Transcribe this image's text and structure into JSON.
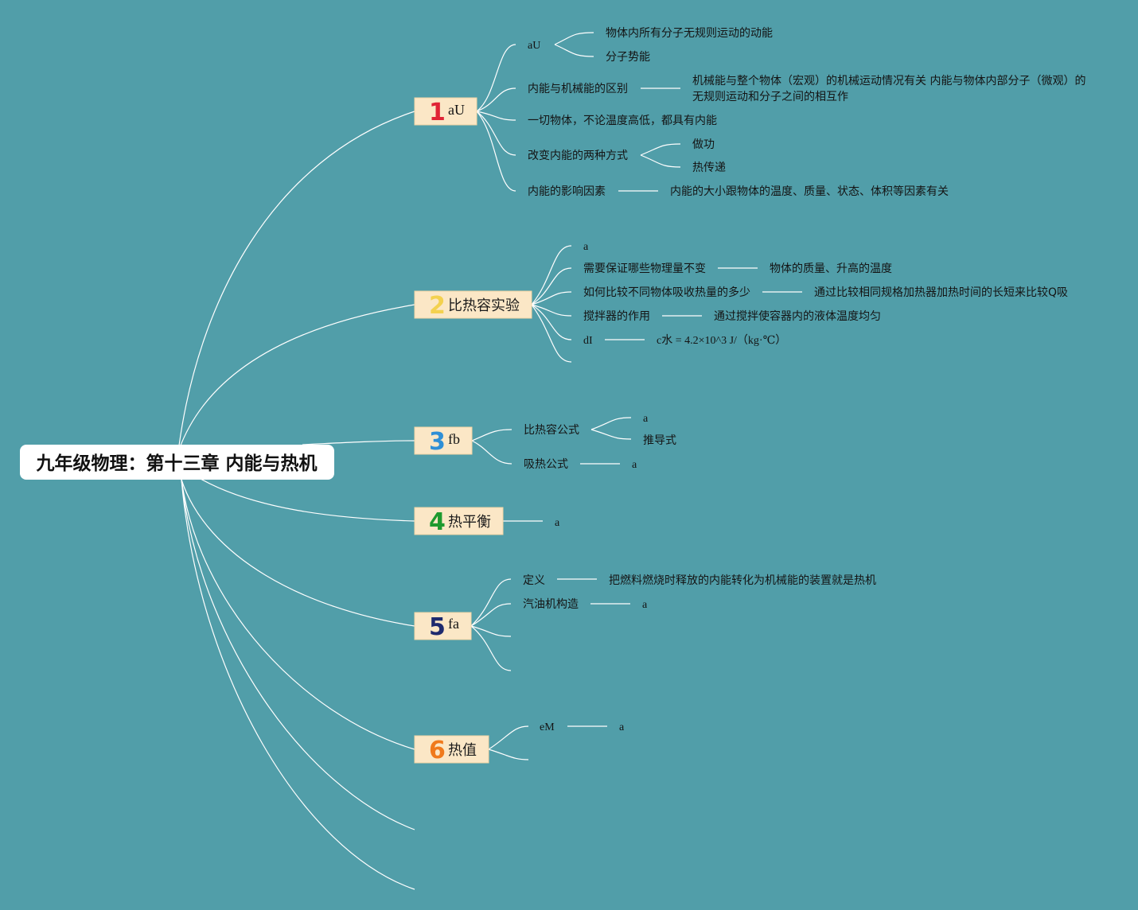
{
  "root": {
    "title": "九年级物理：第十三章 内能与热机"
  },
  "branches": [
    {
      "number": "1",
      "color": "#e02436",
      "label": "aU",
      "children": [
        {
          "text": "aU",
          "children": [
            {
              "text": "物体内所有分子无规则运动的动能"
            },
            {
              "text": "分子势能"
            }
          ]
        },
        {
          "text": "内能与机械能的区别",
          "children": [
            {
              "text": "机械能与整个物体（宏观）的机械运动情况有关 内能与物体内部分子（微观）的",
              "text2": "无规则运动和分子之间的相互作"
            }
          ]
        },
        {
          "text": "一切物体，不论温度高低，都具有内能"
        },
        {
          "text": "改变内能的两种方式",
          "children": [
            {
              "text": "做功"
            },
            {
              "text": "热传递"
            }
          ]
        },
        {
          "text": "内能的影响因素",
          "children": [
            {
              "text": "内能的大小跟物体的温度、质量、状态、体积等因素有关"
            }
          ]
        }
      ]
    },
    {
      "number": "2",
      "color": "#f3d14f",
      "label": "比热容实验",
      "children": [
        {
          "text": "a"
        },
        {
          "text": "需要保证哪些物理量不变",
          "children": [
            {
              "text": "物体的质量、升高的温度"
            }
          ]
        },
        {
          "text": "如何比较不同物体吸收热量的多少",
          "children": [
            {
              "text": "通过比较相同规格加热器加热时间的长短来比较Q吸"
            }
          ]
        },
        {
          "text": "搅拌器的作用",
          "children": [
            {
              "text": "通过搅拌使容器内的液体温度均匀"
            }
          ]
        },
        {
          "text": "dI",
          "children": [
            {
              "text": "c水 = 4.2×10^3 J/（kg·℃）"
            }
          ]
        },
        {
          "text": ""
        }
      ]
    },
    {
      "number": "3",
      "color": "#2f8fd6",
      "label": "fb",
      "children": [
        {
          "text": "比热容公式",
          "children": [
            {
              "text": "a"
            },
            {
              "text": "推导式"
            }
          ]
        },
        {
          "text": "吸热公式",
          "children": [
            {
              "text": "a"
            }
          ]
        }
      ]
    },
    {
      "number": "4",
      "color": "#1e9a2e",
      "label": "热平衡",
      "children": [
        {
          "text": "a"
        }
      ]
    },
    {
      "number": "5",
      "color": "#1e2a6e",
      "label": "fa",
      "children": [
        {
          "text": "定义",
          "children": [
            {
              "text": "把燃料燃烧时释放的内能转化为机械能的装置就是热机"
            }
          ]
        },
        {
          "text": "汽油机构造",
          "children": [
            {
              "text": "a"
            }
          ]
        },
        {
          "text": ""
        },
        {
          "text": ""
        }
      ]
    },
    {
      "number": "6",
      "color": "#f07a1c",
      "label": "热值",
      "children": [
        {
          "text": "eM",
          "children": [
            {
              "text": "a"
            }
          ]
        },
        {
          "text": ""
        }
      ]
    }
  ]
}
